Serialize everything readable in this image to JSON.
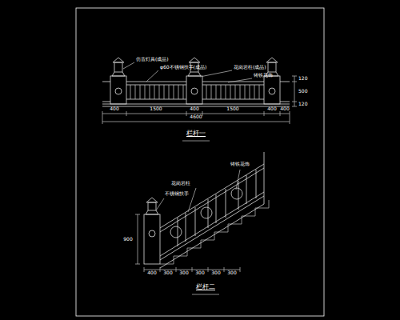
{
  "diagram": {
    "labels": [
      "仿古灯具(成品)",
      "φ60不锈钢扶手(成品)",
      "花岗岩柱(成品)",
      "铸铁花饰",
      "400",
      "1500",
      "400",
      "1500",
      "400",
      "400",
      "4600",
      "120",
      "500",
      "120",
      "栏杆一",
      "不锈钢扶手",
      "花岗岩柱",
      "铸铁花饰",
      "900",
      "400",
      "300",
      "300",
      "300",
      "300",
      "300",
      "栏杆二"
    ]
  }
}
